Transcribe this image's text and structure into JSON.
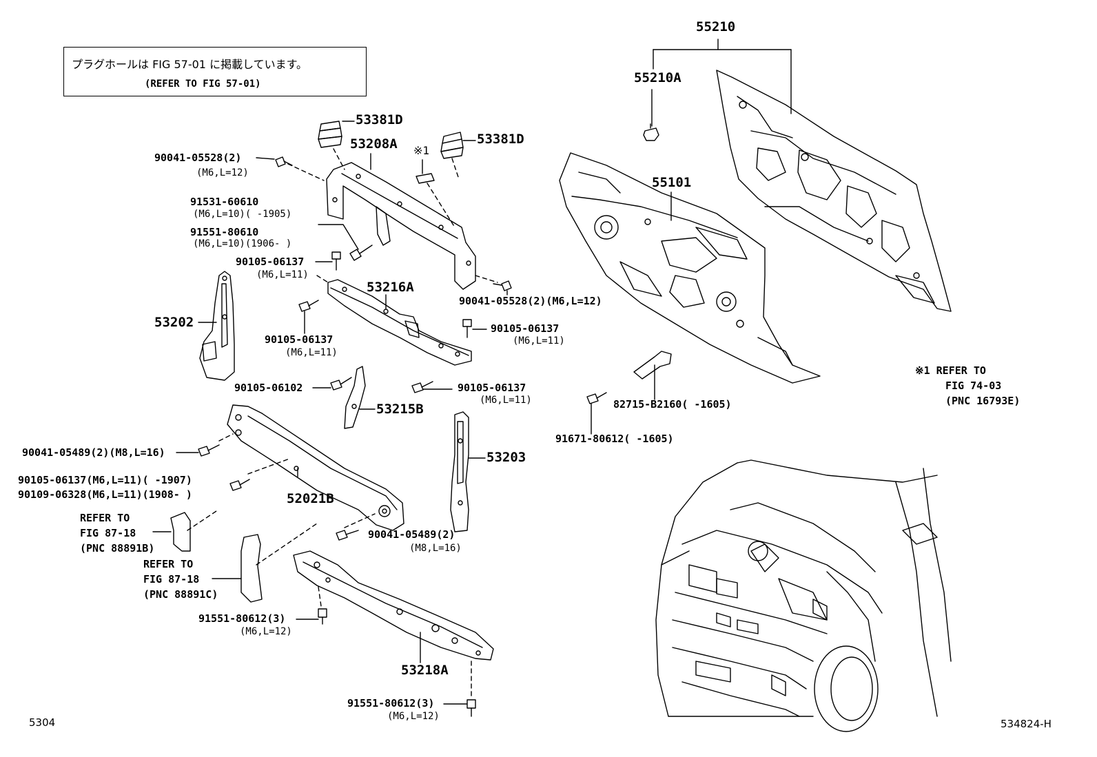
{
  "note": {
    "jp": "プラグホールは FIG 57-01 に掲載しています。",
    "en": "(REFER TO FIG 57-01)"
  },
  "labels": {
    "p55210": "55210",
    "p55210A": "55210A",
    "p55101": "55101",
    "p53381D_1": "53381D",
    "p53381D_2": "53381D",
    "p53208A": "53208A",
    "mark1": "※1",
    "b90041_05528_a": "90041-05528(2)",
    "s_m6l12_a": "(M6,L=12)",
    "b91531_60610": "91531-60610",
    "s91531": "(M6,L=10)(     -1905)",
    "b91551_80610": "91551-80610",
    "s91551": "(M6,L=10)(1906-     )",
    "b90105_06137_a": "90105-06137",
    "s_m6l11_a": "(M6,L=11)",
    "p53216A": "53216A",
    "b90041_05528_b": "90041-05528(2)(M6,L=12)",
    "p53202": "53202",
    "b90105_06137_b": "90105-06137",
    "s_m6l11_b": "(M6,L=11)",
    "b90105_06137_c": "90105-06137",
    "s_m6l11_c": "(M6,L=11)",
    "b90105_06102": "90105-06102",
    "b90105_06137_d": "90105-06137",
    "s_m6l11_d": "(M6,L=11)",
    "p53215B": "53215B",
    "b82715": "82715-B2160(     -1605)",
    "b91671": "91671-80612(     -1605)",
    "ref1_l1": "※1  REFER TO",
    "ref1_l2": "FIG 74-03",
    "ref1_l3": "(PNC 16793E)",
    "b90041_05489_a": "90041-05489(2)(M8,L=16)",
    "p53203": "53203",
    "b90105_06137_e": "90105-06137(M6,L=11)(     -1907)",
    "b90109_06328": "90109-06328(M6,L=11)(1908-     )",
    "p52021B": "52021B",
    "refB_l1": "REFER TO",
    "refB_l2": "FIG 87-18",
    "refB_l3": "(PNC 88891B)",
    "b90041_05489_b": "90041-05489(2)",
    "s_m8l16": "(M8,L=16)",
    "refC_l1": "REFER TO",
    "refC_l2": "FIG 87-18",
    "refC_l3": "(PNC 88891C)",
    "b91551_80612_a": "91551-80612(3)",
    "s_m6l12_b": "(M6,L=12)",
    "p53218A": "53218A",
    "b91551_80612_b": "91551-80612(3)",
    "s_m6l12_c": "(M6,L=12)",
    "corner_left": "5304",
    "corner_right": "534824-H"
  }
}
